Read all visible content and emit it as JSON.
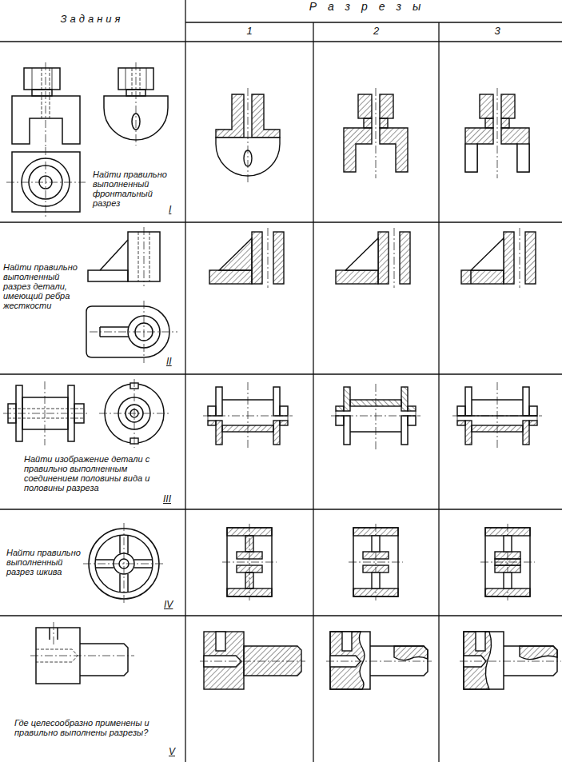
{
  "diagram": {
    "labels": [
      "Задания",
      "Разрезы",
      "1",
      "2",
      "3",
      "Найти правильно выполненный фронтальный разрез",
      "I",
      "Найти правильно выполненный разрез детали, имеющий ребра жесткости",
      "II",
      "Найти изображение детали с правильно выполненным соединением половины вида и половины разреза",
      "III",
      "Найти правильно выполненный разрез шкива",
      "IV",
      "Где целесообразно применены и правильно выполнены разрезы?",
      "V"
    ]
  }
}
